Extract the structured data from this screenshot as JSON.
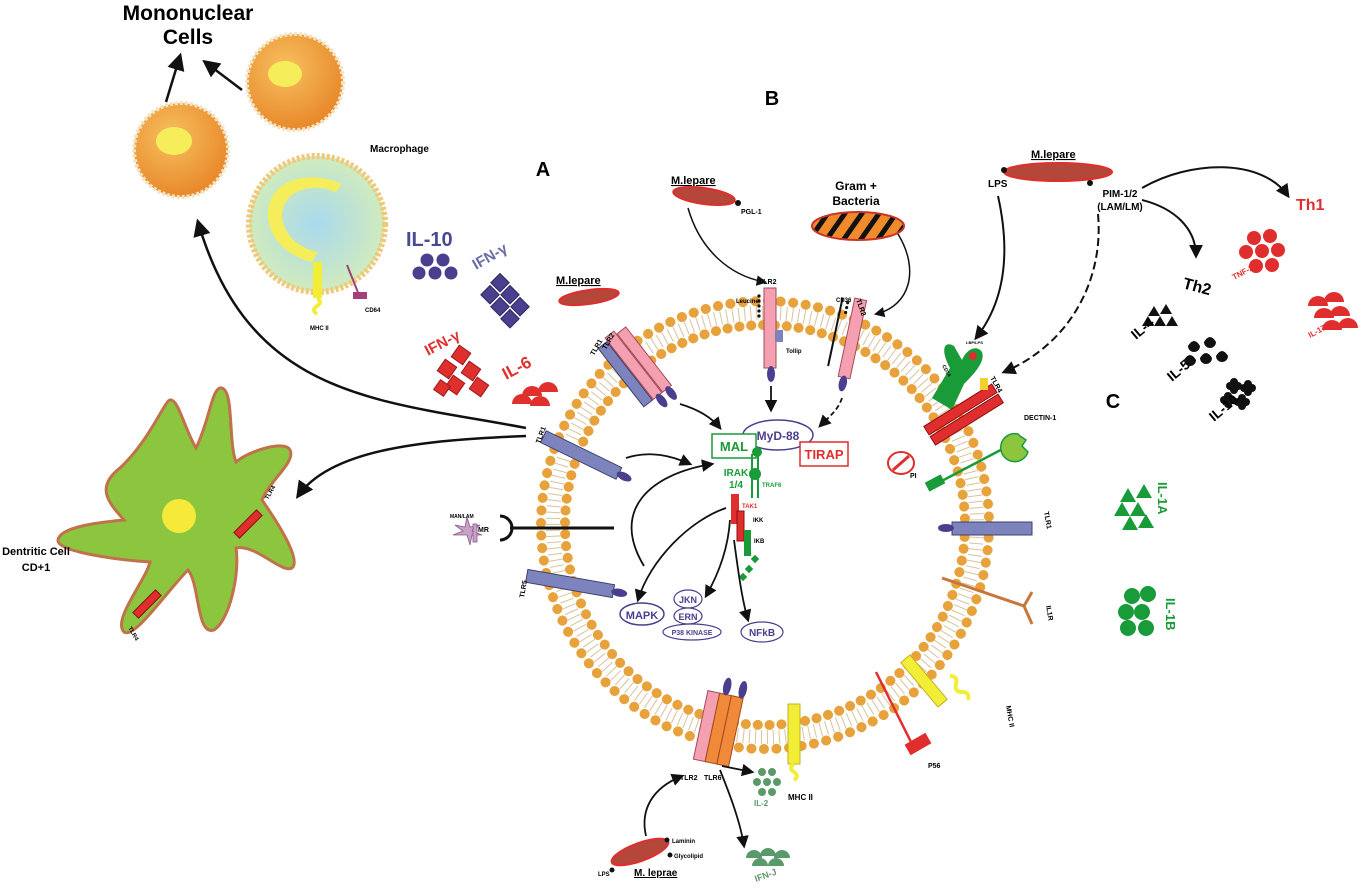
{
  "panels": {
    "a": "A",
    "b": "B",
    "c": "C"
  },
  "cells": {
    "mononuclear": [
      "Mononuclear",
      "Cells"
    ],
    "macrophage": "Macrophage",
    "mhc2": "MHC II",
    "cd64": "CD64",
    "dendritic": [
      "Dentritic Cell",
      "CD+1"
    ],
    "dc_tlr4": "TLR4"
  },
  "cytokines": {
    "il10": "IL-10",
    "ifng": "IFN-γ",
    "il6": "IL-6",
    "th1": "Th1",
    "tnf2": "TNF-2",
    "il17a": "IL-17A",
    "th2": "Th2",
    "il4": "IL-4",
    "il5": "IL-5",
    "il10b": "IL-10",
    "il1a": "IL-1A",
    "il1b": "IL-1B",
    "il2": "IL-2",
    "ifnj": "IFN-J"
  },
  "pathogens": {
    "mlepare": "M.lepare",
    "pgl1": "PGL-1",
    "gram": [
      "Gram +",
      "Bacteria"
    ],
    "lps": "LPS",
    "pim": [
      "PIM-1/2",
      "(LAM/LM)"
    ],
    "mleprae": "M. leprae",
    "laminin": "Laminin",
    "glycolipid": "Glycolipid"
  },
  "receptors": {
    "tlr1": "TLR1",
    "tlr2": "TLR2",
    "tlr4": "TLR4",
    "tlr5": "TLR5",
    "tlr6": "TLR6",
    "leucine": "Leucine",
    "tollip": "Tollip",
    "cd36": "CD36",
    "cd14": "CD14",
    "lbp": "LBP/LPS",
    "dectin": "DECTIN-1",
    "pi": "PI",
    "mr": "MR",
    "manlam": "MAN/LAM",
    "il1r": "IL1R",
    "p56": "P56"
  },
  "signaling": {
    "myd88": "MyD-88",
    "mal": "MAL",
    "tirap": "TIRAP",
    "irak": [
      "IRAK",
      "1/4"
    ],
    "traf6": "TRAF6",
    "tak1": "TAK1",
    "ikk": "IKK",
    "ikb": "IKB",
    "mapk": "MAPK",
    "jkn": "JKN",
    "ern": "ERN",
    "p38": "P38 KINASE",
    "nfkb": "NFkB"
  },
  "colors": {
    "lipid": "#e8a23c",
    "tlr_blue": "#7d84bd",
    "tlr_pink": "#f5a0b0",
    "tlr_red": "#e02d2d",
    "green": "#1a9b3a",
    "purple": "#4a3e8e",
    "yellow": "#f2ee38",
    "dc_green": "#8cc63f"
  }
}
